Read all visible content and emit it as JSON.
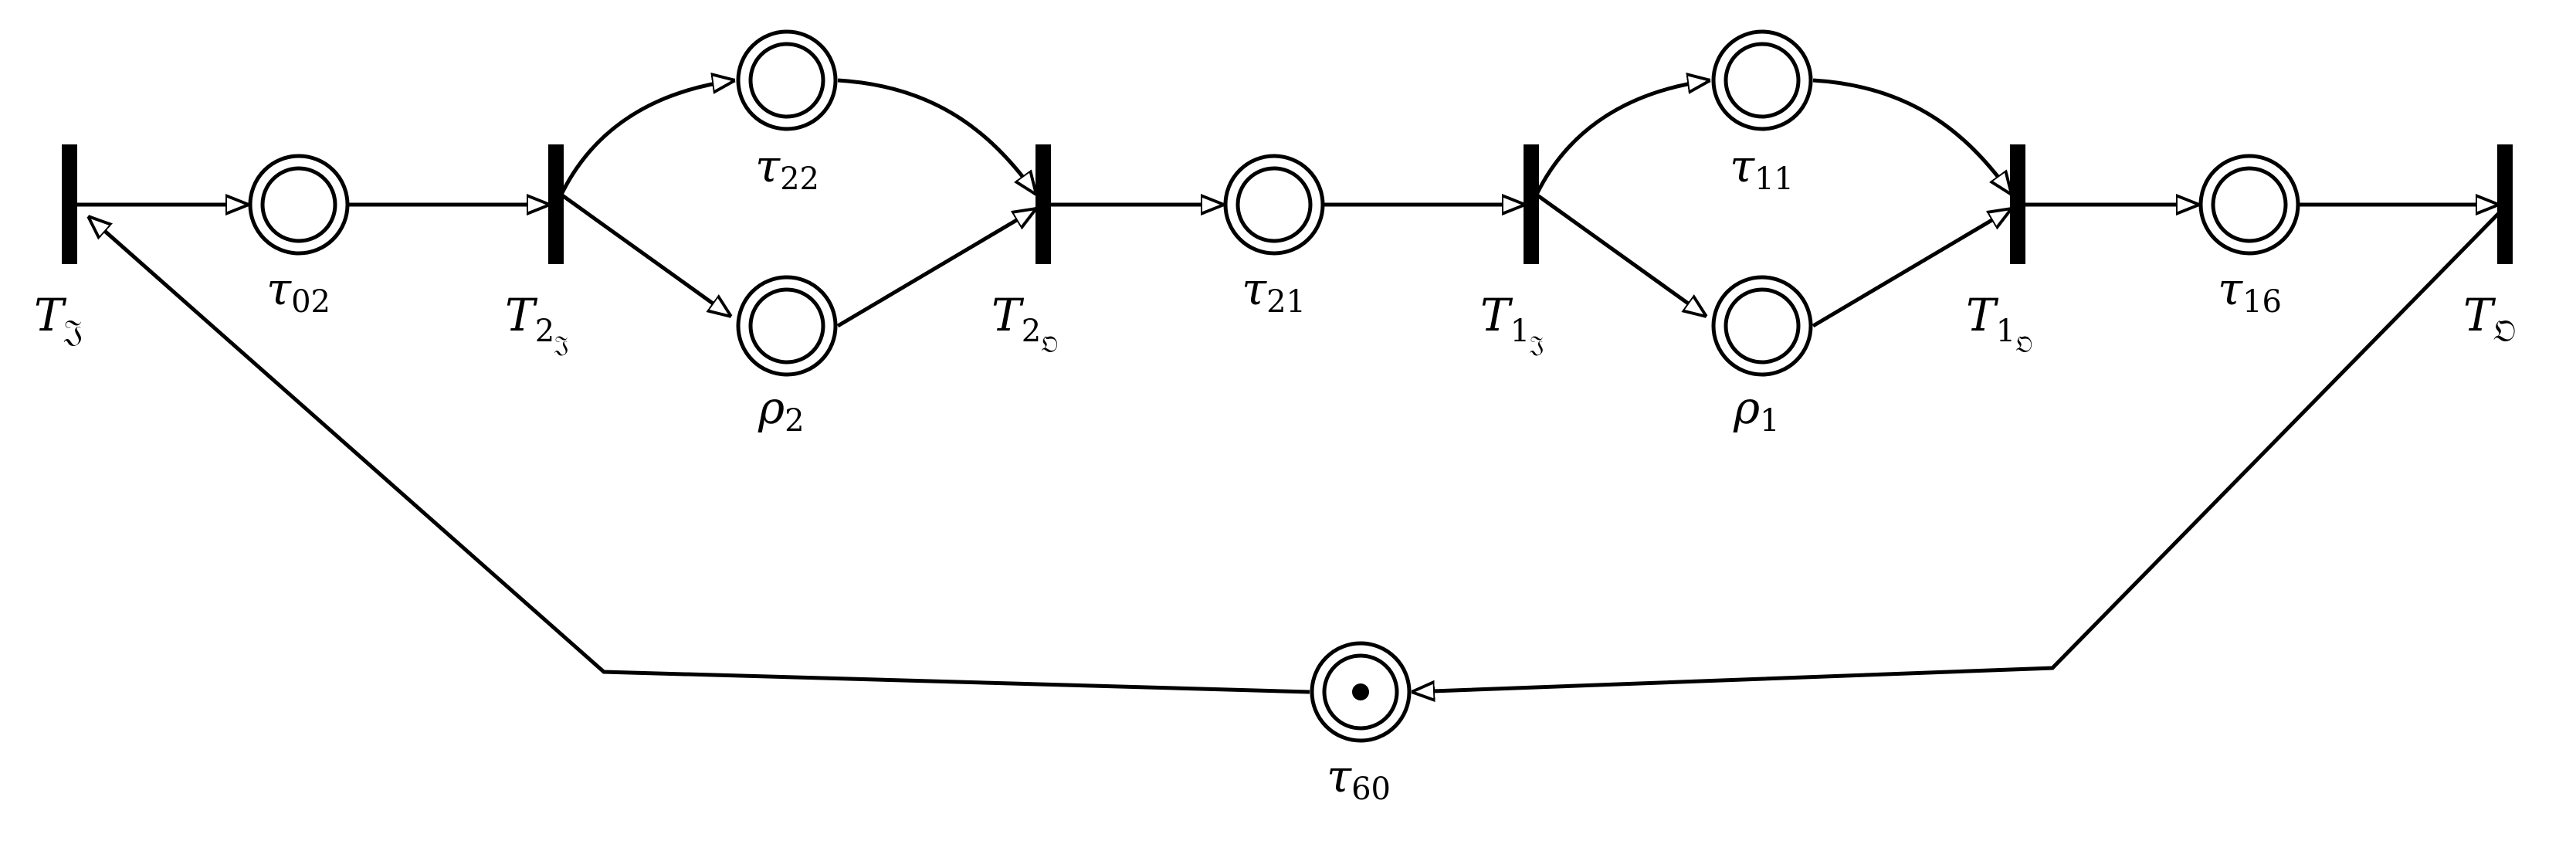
{
  "transitions": {
    "T_in": {
      "base": "T",
      "sub": "𝔍"
    },
    "T_2in": {
      "base": "T",
      "sub": "2",
      "subsub": "𝔍"
    },
    "T_2out": {
      "base": "T",
      "sub": "2",
      "subsub": "𝔒"
    },
    "T_1in": {
      "base": "T",
      "sub": "1",
      "subsub": "𝔍"
    },
    "T_1out": {
      "base": "T",
      "sub": "1",
      "subsub": "𝔒"
    },
    "T_out": {
      "base": "T",
      "sub": "𝔒"
    }
  },
  "places": {
    "tau02": {
      "base": "τ",
      "sub": "02"
    },
    "tau22": {
      "base": "τ",
      "sub": "22"
    },
    "rho2": {
      "base": "ρ",
      "sub": "2"
    },
    "tau21": {
      "base": "τ",
      "sub": "21"
    },
    "tau11": {
      "base": "τ",
      "sub": "11"
    },
    "rho1": {
      "base": "ρ",
      "sub": "1"
    },
    "tau16": {
      "base": "τ",
      "sub": "16"
    },
    "tau60": {
      "base": "τ",
      "sub": "60",
      "tokens": 1
    }
  },
  "colors": {
    "stroke": "#000000",
    "background": "#ffffff"
  }
}
